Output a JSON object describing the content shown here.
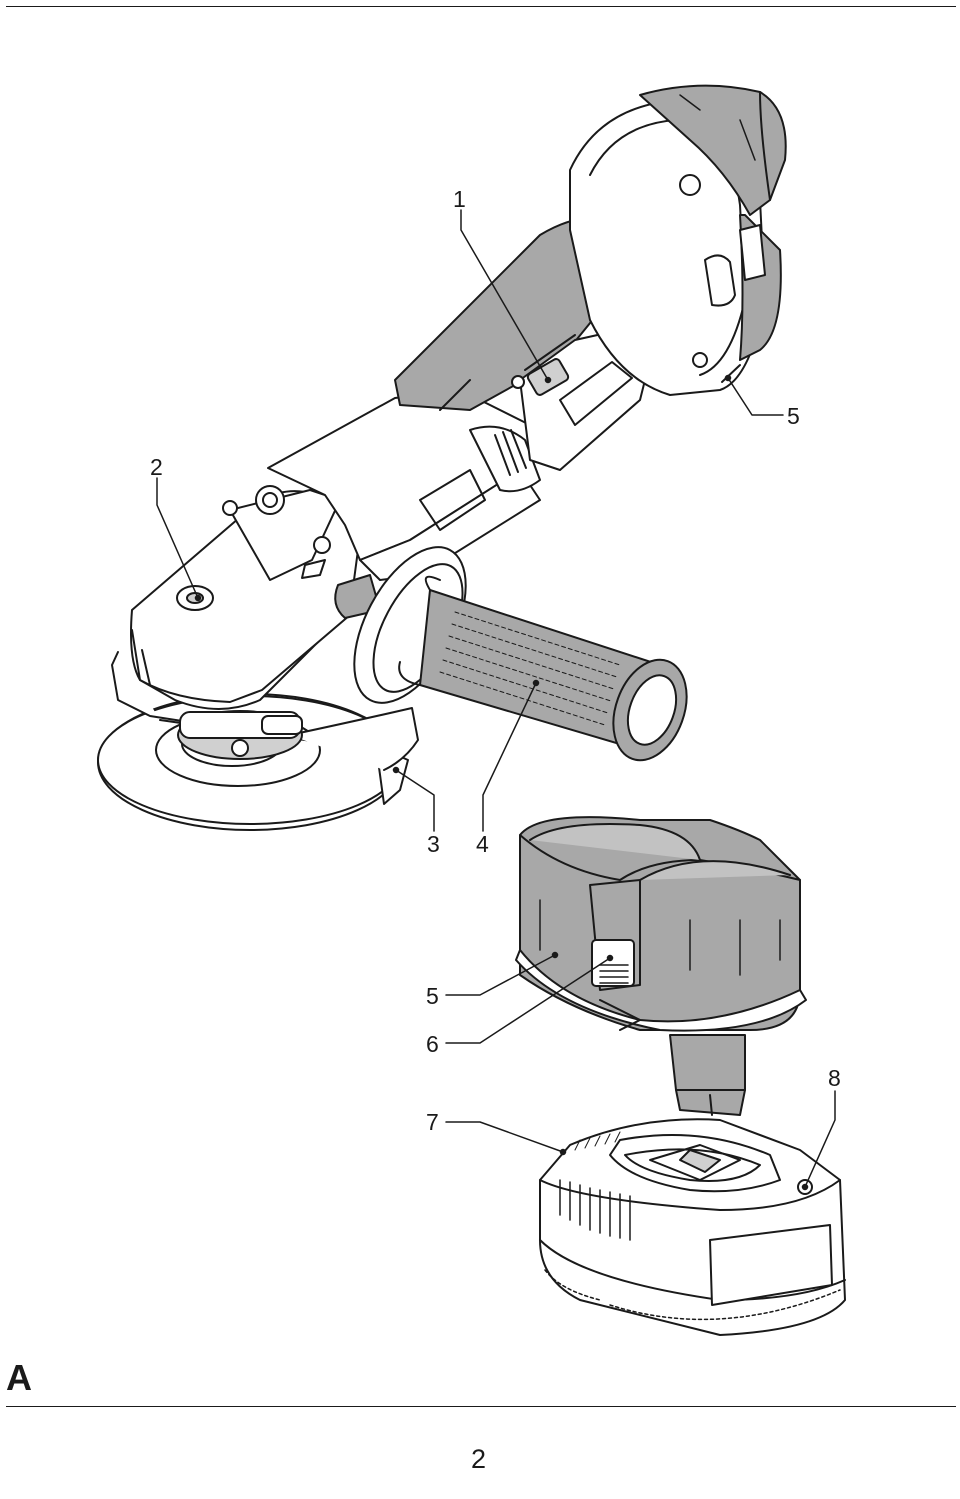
{
  "figure": {
    "letter": "A",
    "components": {
      "grinder": "angle-grinder",
      "battery": "battery-pack",
      "charger": "charger"
    },
    "callouts": [
      {
        "id": "c1",
        "label": "1"
      },
      {
        "id": "c2",
        "label": "2"
      },
      {
        "id": "c3",
        "label": "3"
      },
      {
        "id": "c4",
        "label": "4"
      },
      {
        "id": "c5a",
        "label": "5"
      },
      {
        "id": "c5b",
        "label": "5"
      },
      {
        "id": "c6",
        "label": "6"
      },
      {
        "id": "c7",
        "label": "7"
      },
      {
        "id": "c8",
        "label": "8"
      }
    ]
  },
  "page": {
    "number": "2"
  },
  "colors": {
    "line": "#1a1a1a",
    "fill_gray": "#a8a8a8",
    "fill_light": "#d0d0d0",
    "fill_white": "#ffffff"
  }
}
